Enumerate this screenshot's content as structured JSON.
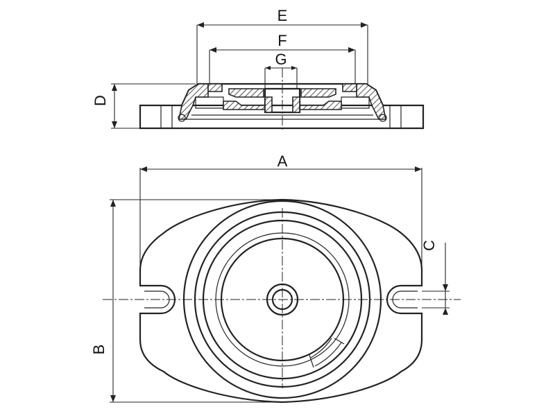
{
  "labels": {
    "A": "A",
    "B": "B",
    "C": "C",
    "D": "D",
    "E": "E",
    "F": "F",
    "G": "G"
  },
  "colors": {
    "line": "#222222",
    "background": "#ffffff",
    "centerline_accent": "#3a6fd8"
  }
}
